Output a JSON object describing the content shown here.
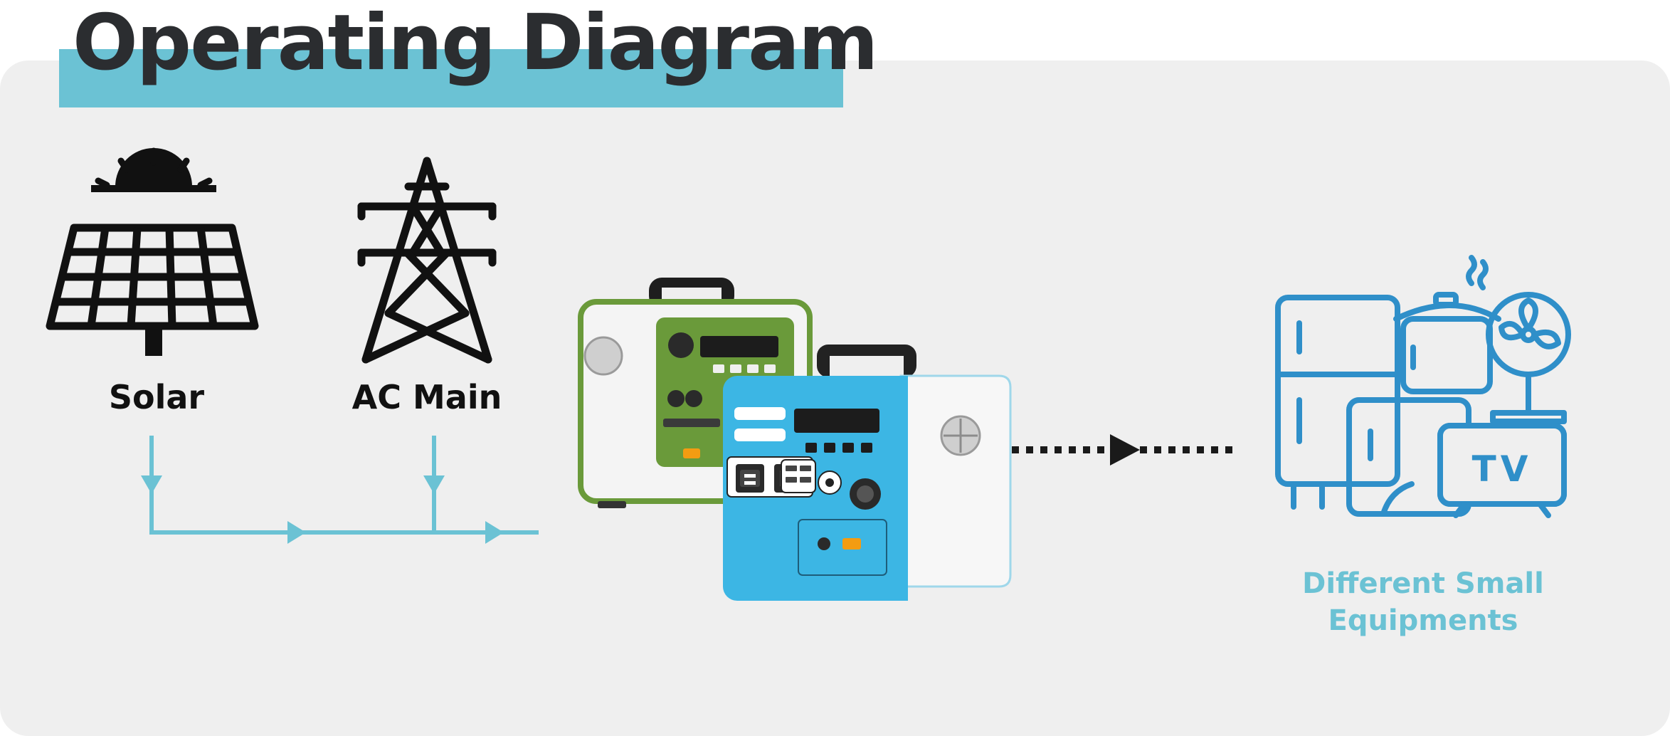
{
  "header": {
    "title": "Operating Diagram"
  },
  "sources": [
    {
      "label": "Solar",
      "icon": "solar-panel-icon"
    },
    {
      "label": "AC Main",
      "icon": "power-tower-icon"
    }
  ],
  "output": {
    "label": "Different Small Equipments",
    "icon": "household-appliances-icon",
    "tv_text": "TV"
  },
  "colors": {
    "accent": "#6bc2d4",
    "appliance_blue": "#2f8fc9",
    "panel_bg": "#efefef",
    "title_text": "#2b2d30",
    "icon_dark": "#111111",
    "device_green": "#6a9a3a",
    "device_blue": "#3cb6e4"
  }
}
